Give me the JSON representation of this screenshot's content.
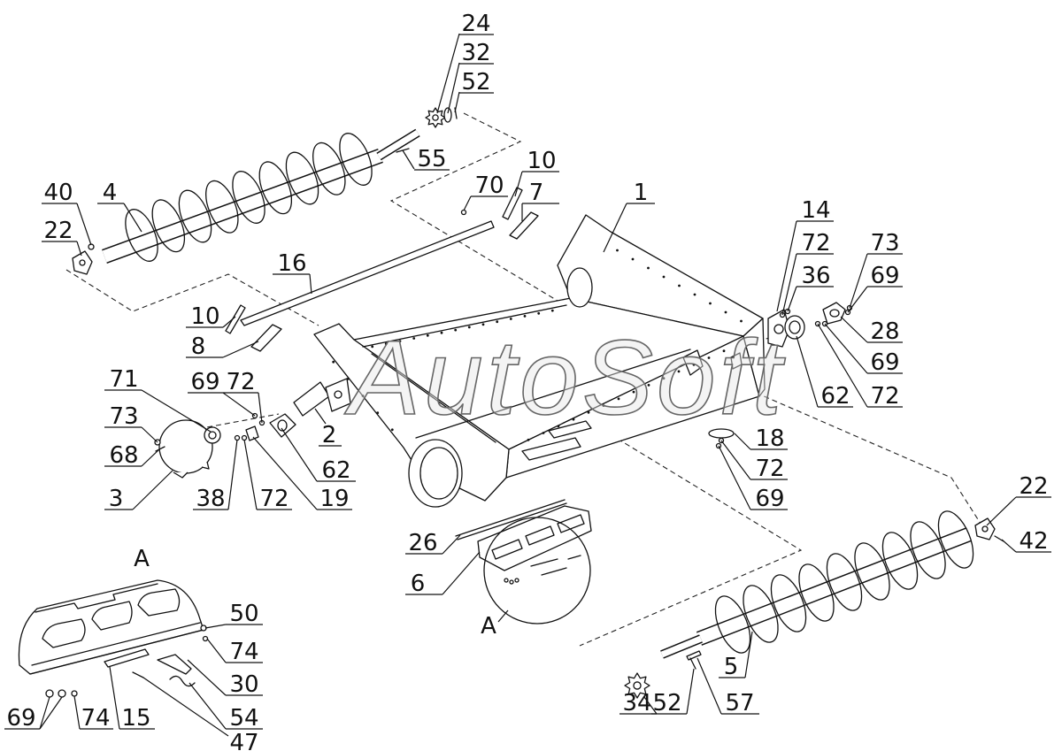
{
  "watermark": "AutoSoft",
  "callouts": [
    "24",
    "32",
    "52",
    "55",
    "40",
    "4",
    "22",
    "70",
    "10",
    "7",
    "1",
    "16",
    "10",
    "8",
    "71",
    "73",
    "68",
    "69",
    "72",
    "2",
    "62",
    "3",
    "38",
    "72",
    "19",
    "14",
    "72",
    "36",
    "73",
    "69",
    "28",
    "69",
    "62",
    "72",
    "18",
    "72",
    "69",
    "26",
    "6",
    "A",
    "22",
    "42",
    "5",
    "34",
    "52",
    "57"
  ],
  "detail": {
    "title": "A",
    "callouts": [
      "50",
      "74",
      "30",
      "54",
      "47",
      "69",
      "74",
      "15"
    ]
  }
}
